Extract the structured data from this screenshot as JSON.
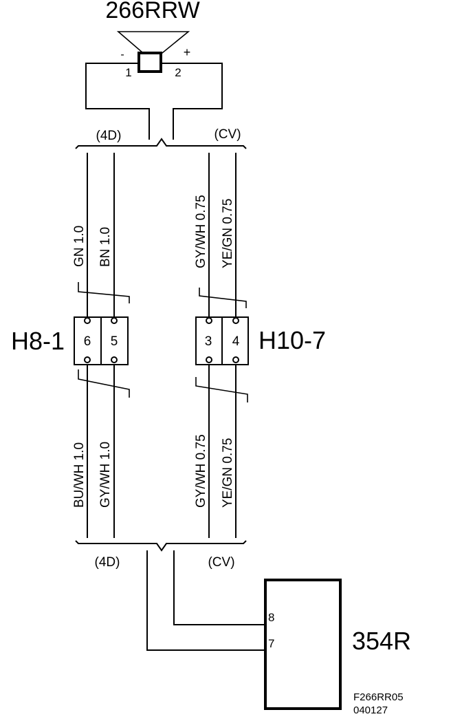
{
  "speaker": {
    "label": "266RRW",
    "minus": "-",
    "plus": "+",
    "pin1": "1",
    "pin2": "2"
  },
  "variants": {
    "top_left": "(4D)",
    "top_right": "(CV)",
    "bottom_left": "(4D)",
    "bottom_right": "(CV)"
  },
  "wires_upper": [
    "GN 1.0",
    "BN 1.0",
    "GY/WH 0.75",
    "YE/GN 0.75"
  ],
  "wires_lower": [
    "BU/WH 1.0",
    "GY/WH 1.0",
    "GY/WH 0.75",
    "YE/GN 0.75"
  ],
  "connector_h8": {
    "label": "H8-1",
    "pins": [
      "6",
      "5"
    ]
  },
  "connector_h10": {
    "label": "H10-7",
    "pins": [
      "3",
      "4"
    ]
  },
  "module": {
    "label": "354R",
    "pin_upper": "8",
    "pin_lower": "7"
  },
  "figure_code": {
    "line1": "F266RR05",
    "line2": "040127"
  }
}
